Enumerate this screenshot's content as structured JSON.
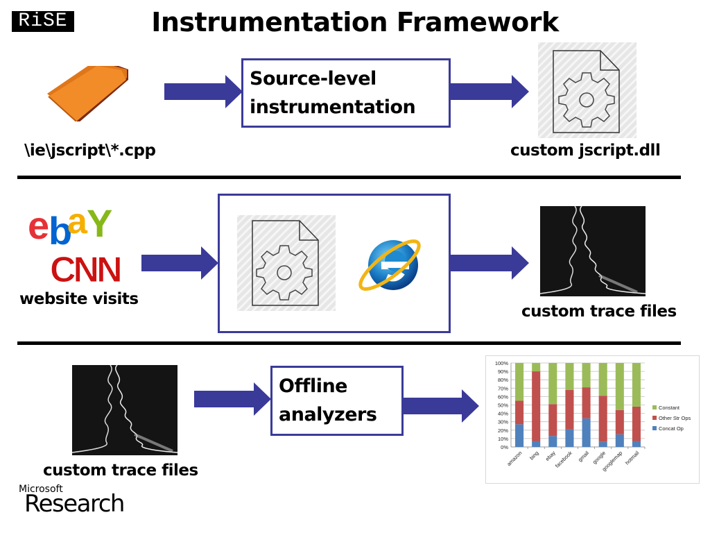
{
  "header": {
    "logo_text": "RiSE",
    "title": "Instrumentation Framework"
  },
  "row1": {
    "source_label": "\\ie\\jscript\\*.cpp",
    "process_box": [
      "Source-level",
      "instrumentation"
    ],
    "output_label": "custom jscript.dll",
    "icons": [
      "folder-icon",
      "dll-gear-file-icon"
    ]
  },
  "row2": {
    "input_label": "website visits",
    "input_logos": [
      "ebay",
      "CNN"
    ],
    "process_icons": [
      "dll-gear-file-icon",
      "internet-explorer-icon"
    ],
    "output_label": "custom trace files"
  },
  "row3": {
    "input_label": "custom trace files",
    "process_box": [
      "Offline",
      "analyzers"
    ],
    "output": "stacked-bar-chart"
  },
  "footer": {
    "brand_small": "Microsoft",
    "brand_big": "Research"
  },
  "colors": {
    "arrow": "#3a3a99",
    "box_border": "#3a3a99",
    "divider": "#000000",
    "concat": "#4f81bd",
    "other": "#c0504d",
    "constant": "#9bbb59"
  },
  "chart_data": {
    "type": "bar",
    "stacked": true,
    "percent": true,
    "title": "",
    "xlabel": "",
    "ylabel": "",
    "categories": [
      "amazon",
      "bing",
      "ebay",
      "facebook",
      "gmail",
      "google",
      "googlemap",
      "hotmail"
    ],
    "series": [
      {
        "name": "Concat Op",
        "color": "#4f81bd",
        "values": [
          27,
          7,
          13,
          21,
          34,
          6,
          15,
          7
        ]
      },
      {
        "name": "Other Str Ops",
        "color": "#c0504d",
        "values": [
          28,
          83,
          38,
          47,
          37,
          55,
          29,
          41
        ]
      },
      {
        "name": "Constant",
        "color": "#9bbb59",
        "values": [
          45,
          10,
          49,
          32,
          29,
          39,
          56,
          52
        ]
      }
    ],
    "ylim": [
      0,
      100
    ],
    "yticks": [
      "0%",
      "10%",
      "20%",
      "30%",
      "40%",
      "50%",
      "60%",
      "70%",
      "80%",
      "90%",
      "100%"
    ],
    "grid": true,
    "legend": "right",
    "legend_order": [
      "Constant",
      "Other Str Ops",
      "Concat Op"
    ]
  }
}
